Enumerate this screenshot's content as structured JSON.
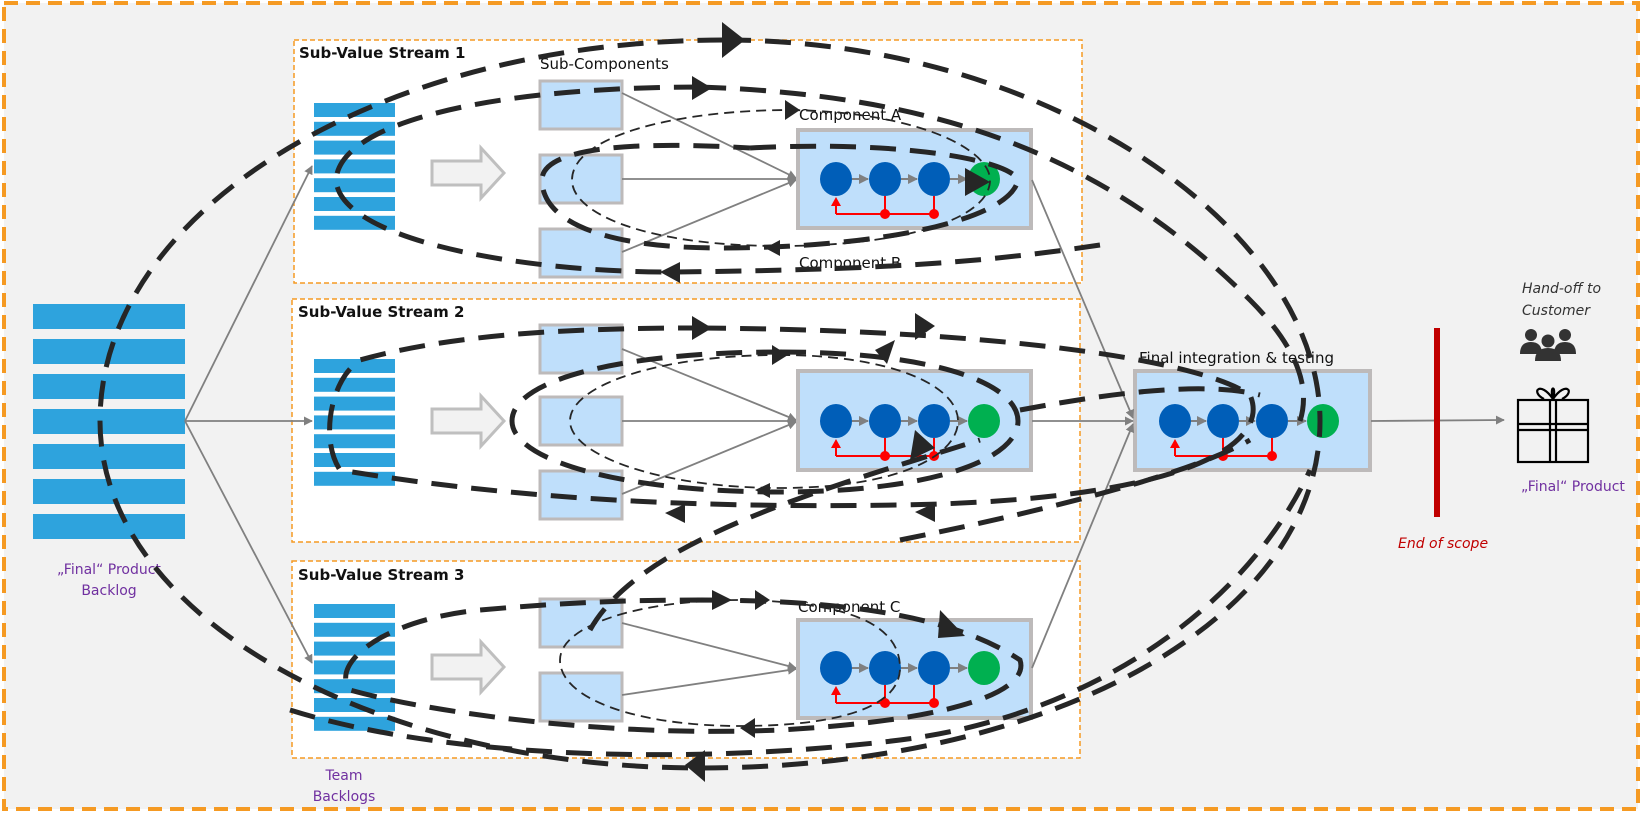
{
  "diagram": {
    "colors": {
      "outer_border": "#f59a23",
      "background": "#f2f2f2",
      "stream_border": "#f59a23",
      "backlog_blue": "#2ea3dd",
      "box_fill": "#bfdffb",
      "box_border": "#bdbaba",
      "step_blue": "#005eb8",
      "step_green": "#00b050",
      "feedback_red": "#ff0000",
      "scope_red": "#c00000",
      "label_purple": "#7030a0",
      "loop_black": "#262626"
    },
    "product_backlog": {
      "label_line1": "„Final“ Product",
      "label_line2": "Backlog",
      "item_count": 7
    },
    "streams": [
      {
        "title": "Sub-Value Stream 1",
        "sub_components_label": "Sub-Components",
        "sub_component_count": 3,
        "component_labels": [
          "Component A",
          "Component B"
        ],
        "backlog_item_count": 7
      },
      {
        "title": "Sub-Value Stream 2",
        "sub_components_label": "",
        "sub_component_count": 3,
        "component_labels": [],
        "backlog_item_count": 7
      },
      {
        "title": "Sub-Value Stream 3",
        "sub_components_label": "",
        "sub_component_count": 2,
        "component_labels": [
          "Component C"
        ],
        "backlog_item_count": 7
      }
    ],
    "team_backlogs": {
      "label_line1": "Team",
      "label_line2": "Backlogs"
    },
    "final_integration": {
      "label": "Final integration & testing"
    },
    "end_of_scope": {
      "label": "End of scope"
    },
    "handoff": {
      "label_line1": "Hand-off to",
      "label_line2": "Customer",
      "icon": "people-group-icon"
    },
    "final_product": {
      "label": "„Final“ Product",
      "icon": "gift-box-icon"
    }
  }
}
